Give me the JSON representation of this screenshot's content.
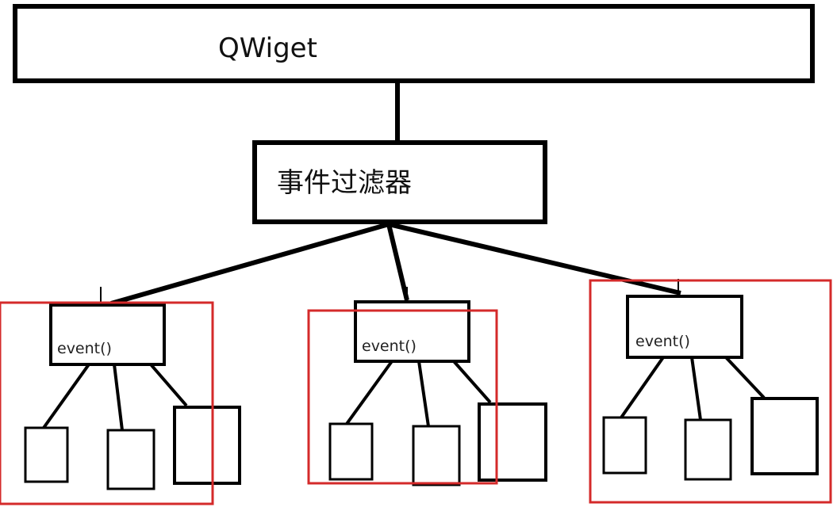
{
  "root": {
    "label": "QWiget"
  },
  "filter": {
    "label": "事件过滤器"
  },
  "groups": [
    {
      "event_label": "event()"
    },
    {
      "event_label": "event()"
    },
    {
      "event_label": "event()"
    }
  ],
  "colors": {
    "stroke": "#000000",
    "highlight": "#d42a2a",
    "background": "#ffffff"
  }
}
